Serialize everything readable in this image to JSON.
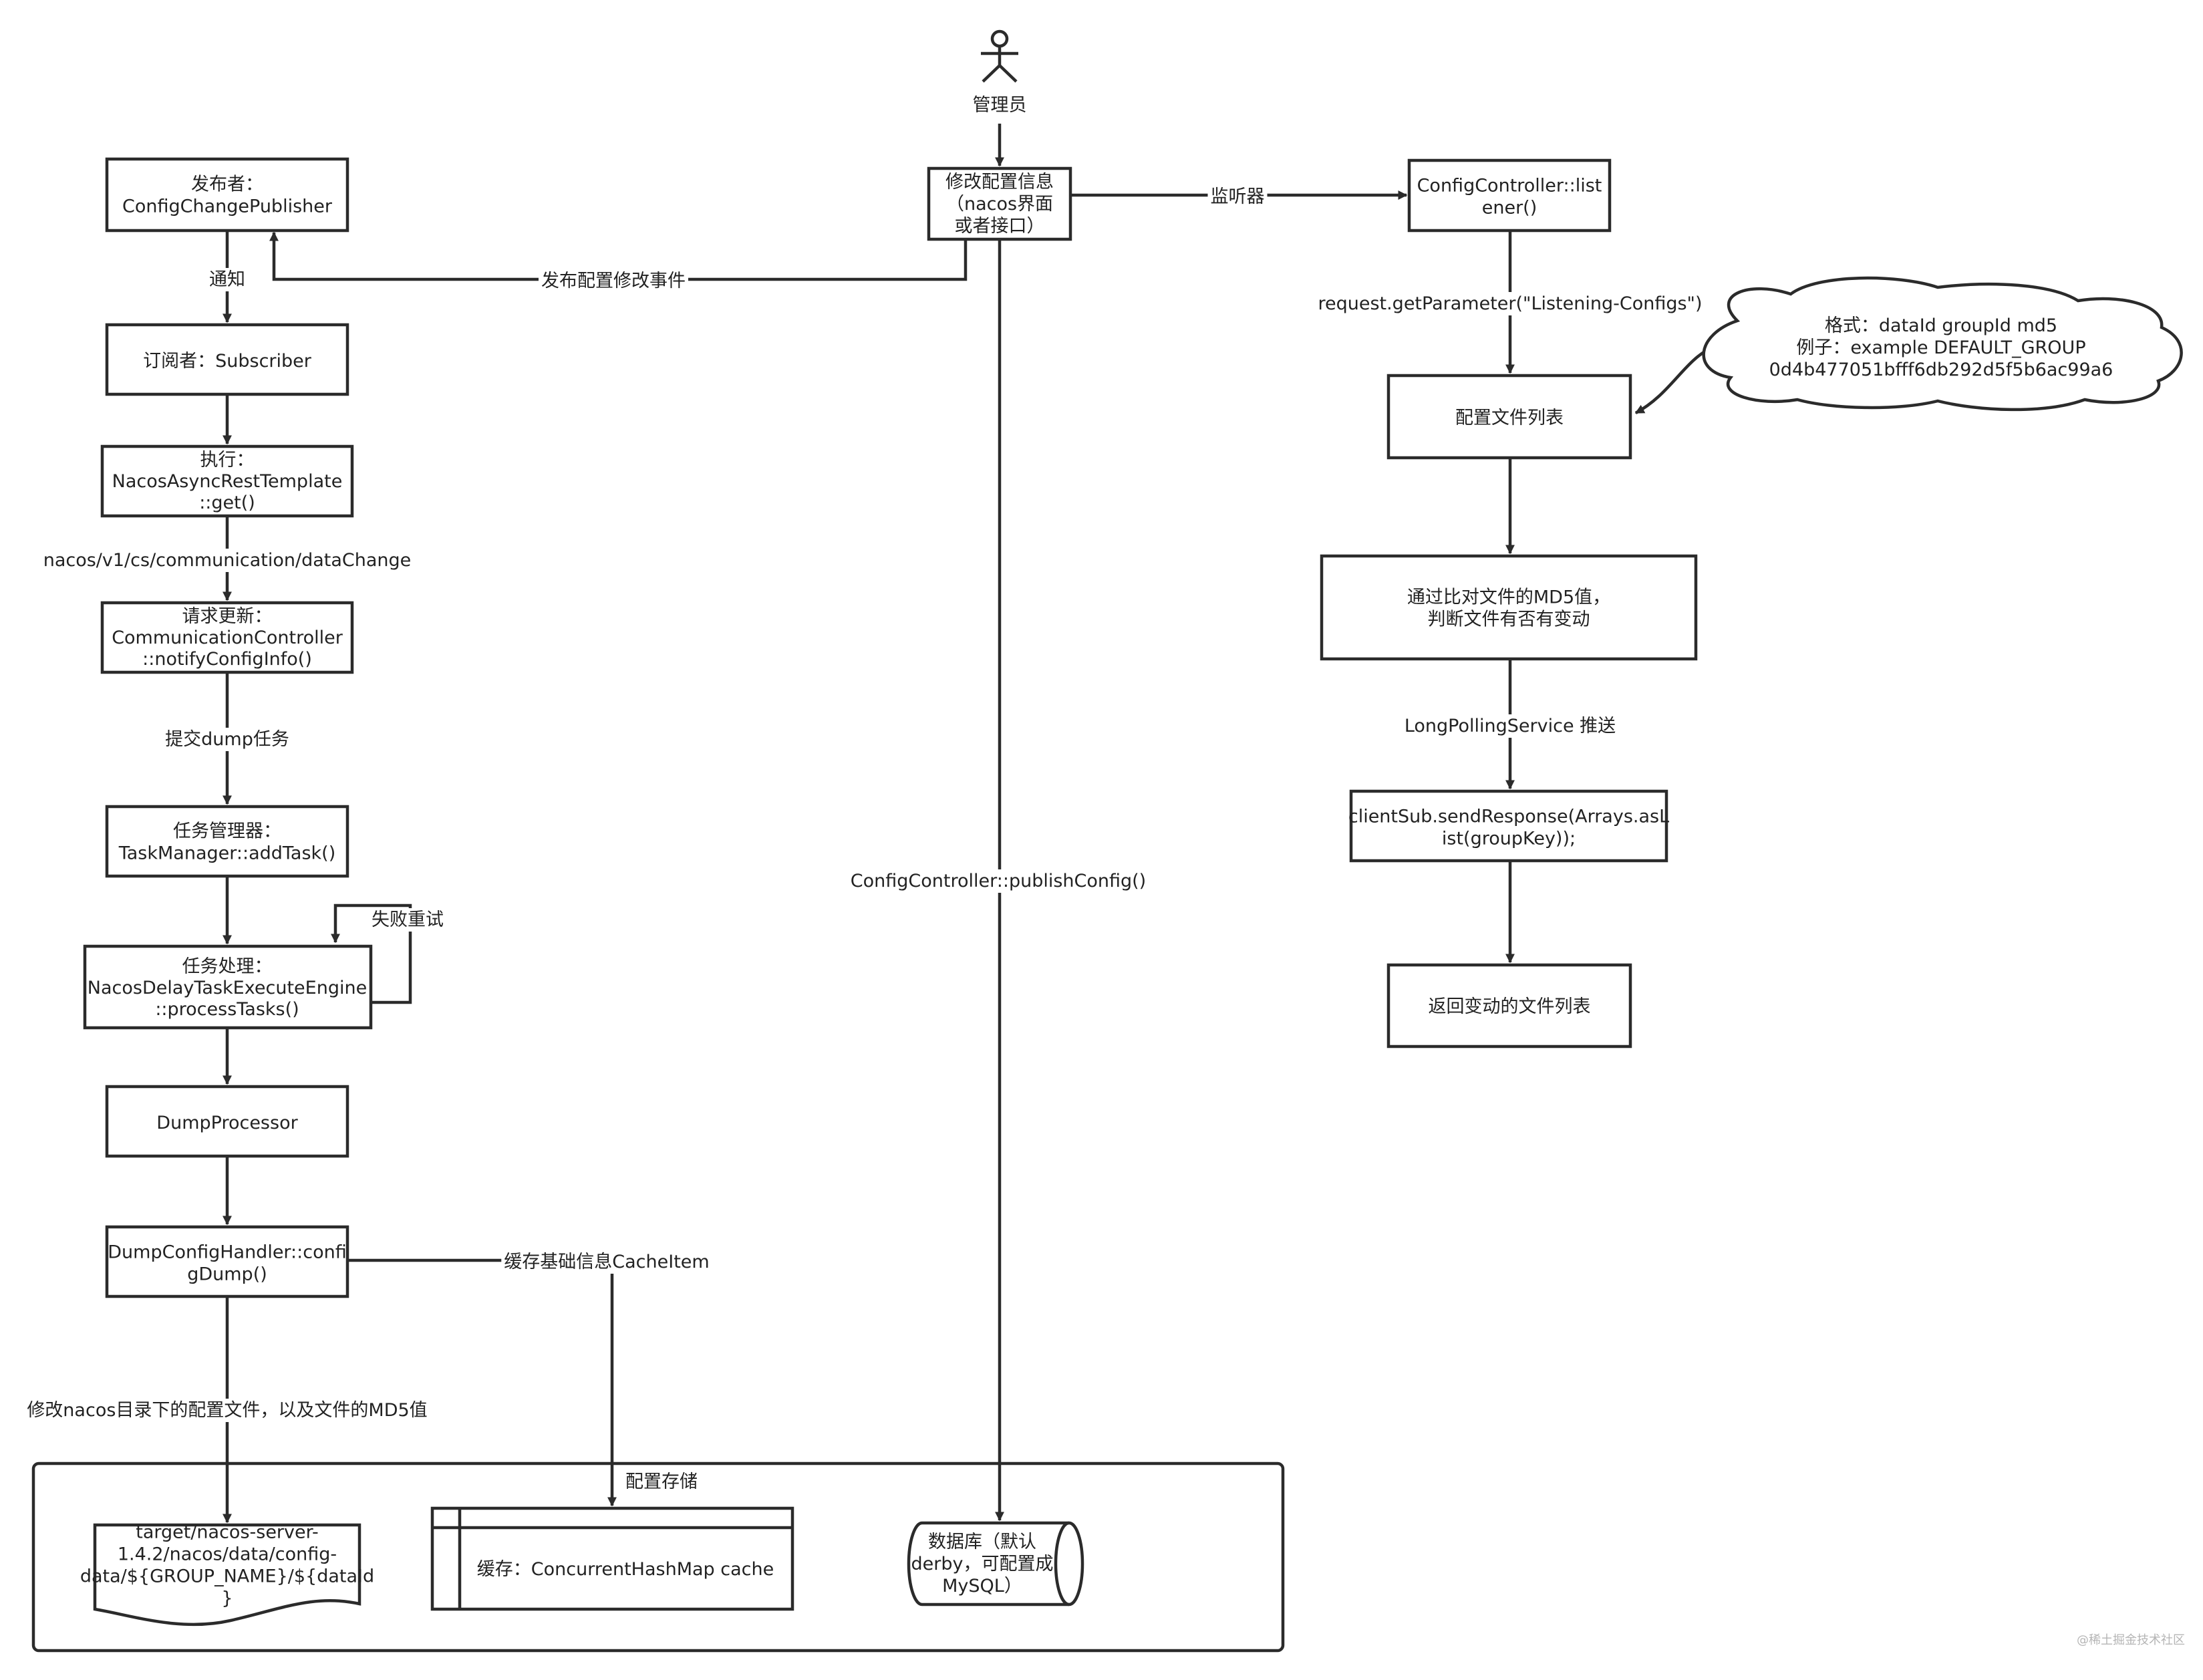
{
  "actor": {
    "label": "管理员"
  },
  "nodes": {
    "modify": [
      "修改配置信息",
      "（nacos界面",
      "或者接口）"
    ],
    "publisher": [
      "发布者：",
      "ConfigChangePublisher"
    ],
    "subscriber": [
      "订阅者：Subscriber"
    ],
    "execute": [
      "执行：",
      "NacosAsyncRestTemplate",
      "::get()"
    ],
    "request_update": [
      "请求更新：",
      "CommunicationController",
      "::notifyConfigInfo()"
    ],
    "task_manager": [
      "任务管理器：",
      "TaskManager::addTask()"
    ],
    "task_process": [
      "任务处理：",
      "NacosDelayTaskExecuteEngine",
      "::processTasks()"
    ],
    "dump_processor": [
      "DumpProcessor"
    ],
    "dump_handler": [
      "DumpConfigHandler::confi",
      "gDump()"
    ],
    "listener": [
      "ConfigController::list",
      "ener()"
    ],
    "config_list": [
      "配置文件列表"
    ],
    "compare": [
      "通过比对文件的MD5值，",
      "判断文件有否有变动"
    ],
    "send_response": [
      "clientSub.sendResponse(Arrays.asL",
      "ist(groupKey));"
    ],
    "return_list": [
      "返回变动的文件列表"
    ],
    "cloud": [
      "格式：dataId groupId md5",
      "例子：example DEFAULT_GROUP",
      "0d4b477051bfff6db292d5f5b6ac99a6"
    ]
  },
  "edges": {
    "monitor": "监听器",
    "publish_event": "发布配置修改事件",
    "notify": "通知",
    "data_change_url": "nacos/v1/cs/communication/dataChange",
    "submit_dump": "提交dump任务",
    "fail_retry": "失败重试",
    "cache_item": "缓存基础信息CacheItem",
    "modify_file": "修改nacos目录下的配置文件，以及文件的MD5值",
    "publish_config": "ConfigController::publishConfig()",
    "get_parameter": "request.getParameter(\"Listening-Configs\")",
    "long_polling": "LongPollingService 推送"
  },
  "storage": {
    "title": "配置存储",
    "file": [
      "target/nacos-server-",
      "1.4.2/nacos/data/config-",
      "data/${GROUP_NAME}/${dataId",
      "}"
    ],
    "cache": "缓存：ConcurrentHashMap cache",
    "database": [
      "数据库（默认",
      "derby，可配置成",
      "MySQL）"
    ]
  },
  "watermark": "@稀土掘金技术社区",
  "colors": {
    "stroke": "#2b2b2b",
    "text": "#222222",
    "background": "#ffffff"
  }
}
